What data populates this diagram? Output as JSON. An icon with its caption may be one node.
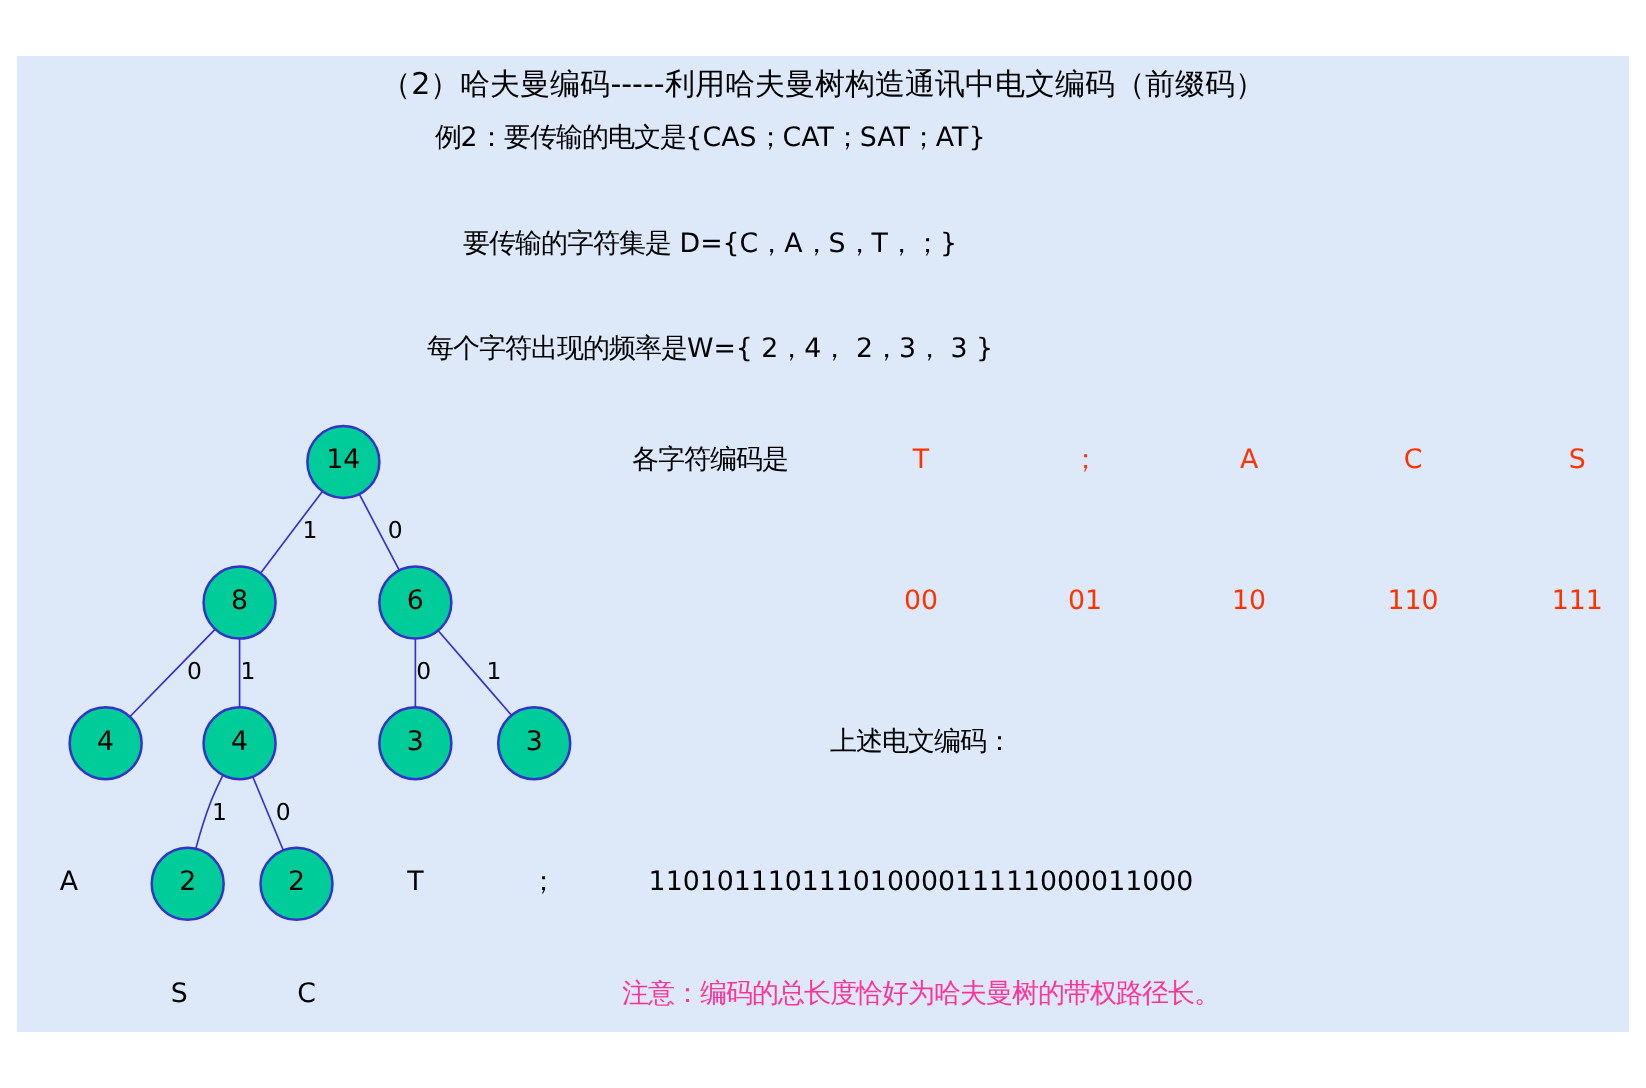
{
  "diagram": {
    "title": "（2）哈夫曼编码-----利用哈夫曼树构造通讯中电文编码（前缀码）",
    "nodes": [
      {
        "text": [
          "14"
        ]
      },
      {
        "text": [
          "6"
        ]
      },
      {
        "text": [
          "8"
        ]
      },
      {
        "text": [
          "3"
        ],
        "beside": [
          "T"
        ]
      },
      {
        "text": [
          "3"
        ],
        "beside": [
          "；"
        ]
      },
      {
        "text": [
          "4"
        ],
        "beside": [
          "A"
        ]
      },
      {
        "text": [
          "4"
        ]
      },
      {
        "text": [
          "2"
        ],
        "beside": [
          "C"
        ]
      },
      {
        "text": [
          "2"
        ],
        "beside": [
          "S"
        ]
      }
    ],
    "edges": [
      {
        "from": 0,
        "to": 1,
        "arrow": "none",
        "label": "0"
      },
      {
        "from": 0,
        "to": 2,
        "arrow": "none",
        "label": "1"
      },
      {
        "from": 1,
        "to": 3,
        "arrow": "none",
        "label": "0"
      },
      {
        "from": 1,
        "to": 4,
        "arrow": "none",
        "label": "1"
      },
      {
        "from": 2,
        "to": 5,
        "arrow": "none",
        "label": "0"
      },
      {
        "from": 2,
        "to": 6,
        "arrow": "none",
        "label": "1"
      },
      {
        "from": 6,
        "to": 7,
        "arrow": "none",
        "label": "0"
      },
      {
        "from": 6,
        "to": 8,
        "arrow": "none",
        "label": "1"
      }
    ],
    "labels": [
      "例2：要传输的电文是{CAS；CAT；SAT；AT}",
      "要传输的字符集是 D={C，A，S，T，；}",
      "每个字符出现的频率是W={ 2，4， 2，3， 3 }",
      "各字符编码是",
      "T",
      "；",
      "A",
      "C",
      "S",
      "00",
      "01",
      "10",
      "110",
      "111",
      "上述电文编码：",
      "11010111011101000011111000011000",
      "注意：编码的总长度恰好为哈夫曼树的带权路径长。"
    ]
  }
}
